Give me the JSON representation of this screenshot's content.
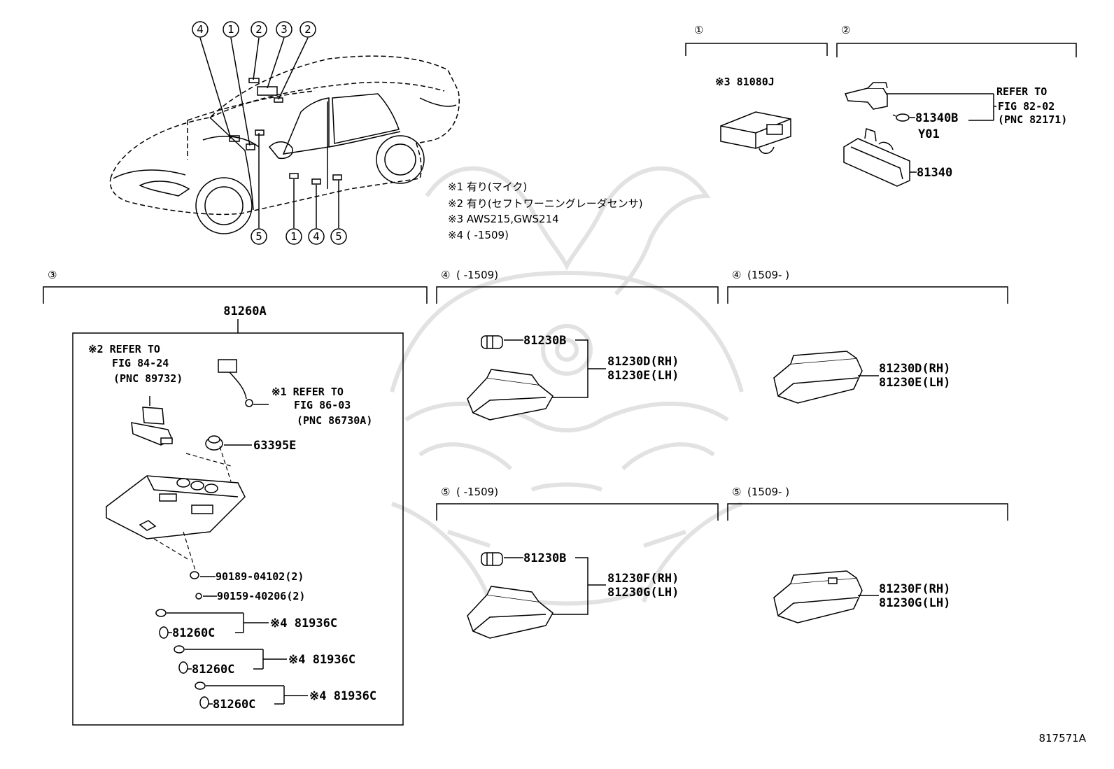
{
  "colors": {
    "ink": "#000000",
    "paper": "#ffffff",
    "watermark": "#e2e2e2"
  },
  "car_callouts_top": [
    "4",
    "1",
    "2",
    "3",
    "2"
  ],
  "car_callouts_bottom": [
    "5",
    "1",
    "4",
    "5"
  ],
  "notes": [
    "※1 有り(マイク)",
    "※2 有り(セフトワーニングレーダセンサ)",
    "※3 AWS215,GWS214",
    "※4 (      -1509)"
  ],
  "sections": {
    "s1": {
      "label": "①",
      "part": "※3 81080J"
    },
    "s2": {
      "label": "②",
      "bulb": "81340B",
      "bulb_sub": "Y01",
      "lamp": "81340",
      "refer": [
        "REFER TO",
        "FIG 82-02",
        "(PNC 82171)"
      ]
    },
    "s3": {
      "label": "③",
      "assembly": "81260A",
      "refer1": [
        "※2 REFER TO",
        "FIG 84-24",
        "(PNC 89732)"
      ],
      "refer2": [
        "※1 REFER TO",
        "FIG 86-03",
        "(PNC 86730A)"
      ],
      "socket": "63395E",
      "bolt1": "90189-04102(2)",
      "bolt2": "90159-40206(2)",
      "bulbs": [
        {
          "bulb": "81260C",
          "socket": "※4 81936C"
        },
        {
          "bulb": "81260C",
          "socket": "※4 81936C"
        },
        {
          "bulb": "81260C",
          "socket": "※4 81936C"
        }
      ]
    },
    "s4a": {
      "label": "④",
      "range": "(      -1509)",
      "bulb": "81230B",
      "rh": "81230D(RH)",
      "lh": "81230E(LH)"
    },
    "s4b": {
      "label": "④",
      "range": "(1509-      )",
      "rh": "81230D(RH)",
      "lh": "81230E(LH)"
    },
    "s5a": {
      "label": "⑤",
      "range": "(      -1509)",
      "bulb": "81230B",
      "rh": "81230F(RH)",
      "lh": "81230G(LH)"
    },
    "s5b": {
      "label": "⑤",
      "range": "(1509-      )",
      "rh": "81230F(RH)",
      "lh": "81230G(LH)"
    }
  },
  "figure_code": "817571A"
}
